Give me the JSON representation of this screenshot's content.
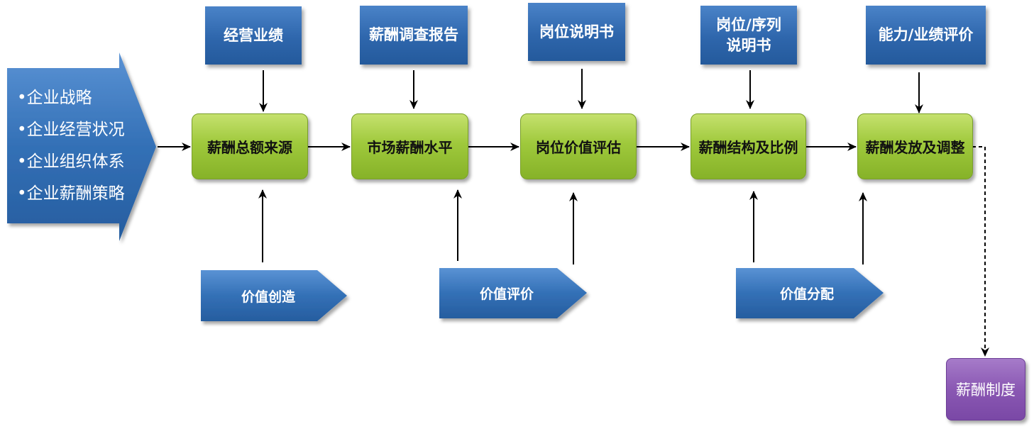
{
  "input_list": {
    "items": [
      "•企业战略",
      "•企业经营状况",
      "•企业组织体系",
      "•企业薪酬策略"
    ]
  },
  "top_inputs": [
    {
      "label": "经营业绩"
    },
    {
      "label": "薪酬调查报告"
    },
    {
      "label": "岗位说明书"
    },
    {
      "label": "岗位/序列\n说明书"
    },
    {
      "label": "能力/业绩评价"
    }
  ],
  "process_steps": [
    {
      "label": "薪酬总额来源"
    },
    {
      "label": "市场薪酬水平"
    },
    {
      "label": "岗位价值评估"
    },
    {
      "label": "薪酬结构及比例"
    },
    {
      "label": "薪酬发放及调整"
    }
  ],
  "value_stages": [
    {
      "label": "价值创造"
    },
    {
      "label": "价值评价"
    },
    {
      "label": "价值分配"
    }
  ],
  "output": {
    "label": "薪酬制度"
  },
  "colors": {
    "blue": "#2e66ac",
    "green": "#9fc93c",
    "purple": "#8a58b3",
    "arrow": "#000000"
  }
}
